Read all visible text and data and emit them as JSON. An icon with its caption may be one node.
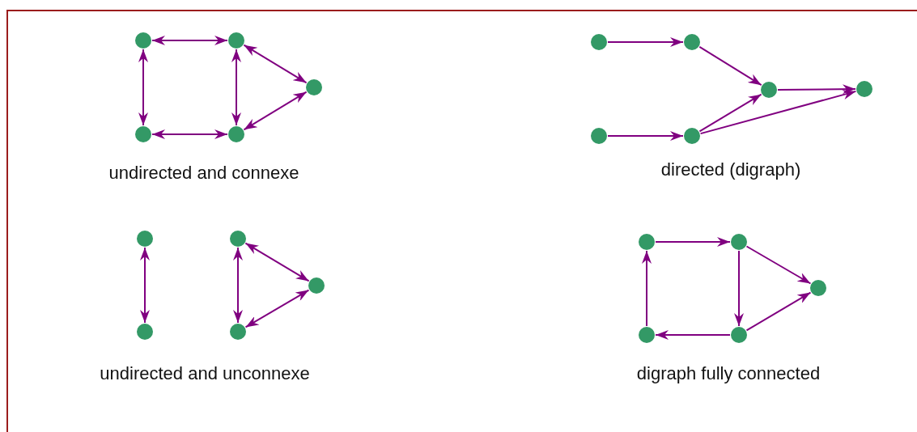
{
  "diagram": {
    "nodes": [
      {
        "text": [],
        "shape": "circle"
      },
      {
        "text": [],
        "shape": "circle"
      },
      {
        "text": [],
        "shape": "circle"
      },
      {
        "text": [],
        "shape": "circle"
      },
      {
        "text": [],
        "shape": "circle"
      },
      {
        "text": [],
        "shape": "circle"
      },
      {
        "text": [],
        "shape": "circle"
      },
      {
        "text": [],
        "shape": "circle"
      },
      {
        "text": [],
        "shape": "circle"
      },
      {
        "text": [],
        "shape": "circle"
      },
      {
        "text": [],
        "shape": "circle"
      },
      {
        "text": [],
        "shape": "circle"
      },
      {
        "text": [],
        "shape": "circle"
      },
      {
        "text": [],
        "shape": "circle"
      },
      {
        "text": [],
        "shape": "circle"
      },
      {
        "text": [],
        "shape": "circle"
      },
      {
        "text": [],
        "shape": "circle"
      },
      {
        "text": [],
        "shape": "circle"
      },
      {
        "text": [],
        "shape": "circle"
      },
      {
        "text": [],
        "shape": "circle"
      },
      {
        "text": [],
        "shape": "circle"
      }
    ],
    "edges": [
      {
        "from": 0,
        "to": 1,
        "arrow": "both"
      },
      {
        "from": 0,
        "to": 3,
        "arrow": "both"
      },
      {
        "from": 1,
        "to": 4,
        "arrow": "both"
      },
      {
        "from": 1,
        "to": 2,
        "arrow": "both"
      },
      {
        "from": 3,
        "to": 4,
        "arrow": "both"
      },
      {
        "from": 4,
        "to": 2,
        "arrow": "both"
      },
      {
        "from": 5,
        "to": 6,
        "arrow": "to"
      },
      {
        "from": 6,
        "to": 7,
        "arrow": "to"
      },
      {
        "from": 7,
        "to": 8,
        "arrow": "to"
      },
      {
        "from": 9,
        "to": 10,
        "arrow": "to"
      },
      {
        "from": 10,
        "to": 7,
        "arrow": "to"
      },
      {
        "from": 10,
        "to": 8,
        "arrow": "to"
      },
      {
        "from": 11,
        "to": 14,
        "arrow": "both"
      },
      {
        "from": 12,
        "to": 15,
        "arrow": "both"
      },
      {
        "from": 12,
        "to": 13,
        "arrow": "both"
      },
      {
        "from": 15,
        "to": 13,
        "arrow": "both"
      },
      {
        "from": 16,
        "to": 17,
        "arrow": "to"
      },
      {
        "from": 17,
        "to": 20,
        "arrow": "to"
      },
      {
        "from": 17,
        "to": 18,
        "arrow": "to"
      },
      {
        "from": 20,
        "to": 18,
        "arrow": "to"
      },
      {
        "from": 20,
        "to": 19,
        "arrow": "to"
      },
      {
        "from": 19,
        "to": 16,
        "arrow": "to"
      }
    ],
    "labels": [
      "undirected and connexe",
      "directed (digraph)",
      "undirected and unconnexe",
      "digraph fully connected"
    ]
  }
}
